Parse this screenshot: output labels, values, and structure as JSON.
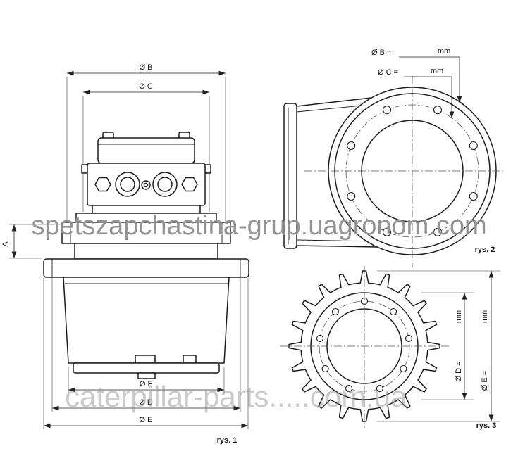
{
  "watermarks": {
    "middle": "spetszapchastina-grup.uagronom.com",
    "bottom": "caterpillar-parts.....com.ua"
  },
  "fig1": {
    "caption": "rys. 1",
    "dims": {
      "b": "Ø B",
      "c": "Ø C",
      "a": "A",
      "f": "Ø F",
      "d": "Ø D",
      "e": "Ø E"
    }
  },
  "fig2": {
    "caption": "rys. 2",
    "dims": {
      "b_label": "Ø B =",
      "b_unit": "mm",
      "c_label": "Ø C =",
      "c_unit": "mm"
    }
  },
  "fig3": {
    "caption": "rys. 3",
    "dims": {
      "d_label": "Ø D =",
      "d_unit": "mm",
      "e_label": "Ø E =",
      "e_unit": "mm"
    }
  }
}
